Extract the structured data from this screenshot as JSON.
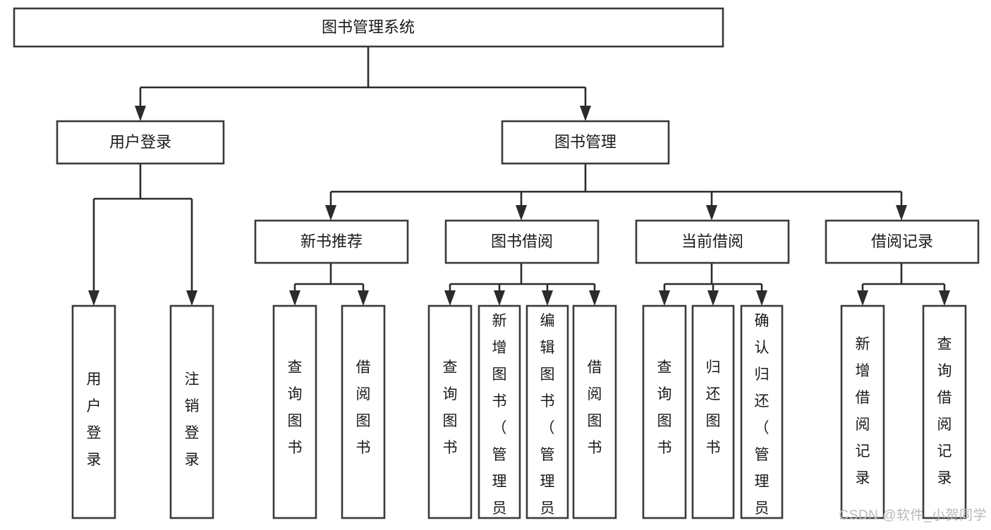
{
  "diagram": {
    "type": "tree-hierarchy",
    "title": "图书管理系统",
    "watermark": "CSDN @软件_小贺同学",
    "colors": {
      "box_fill": "#ffffff",
      "box_stroke": "#3a3a3a",
      "connector": "#2b2b2b",
      "text": "#1a1a1a",
      "watermark": "#b9b9b9",
      "background": "#ffffff"
    },
    "levels": [
      {
        "level": 1,
        "nodes": [
          {
            "id": "root",
            "label": "图书管理系统",
            "orientation": "horizontal"
          }
        ]
      },
      {
        "level": 2,
        "nodes": [
          {
            "id": "login",
            "label": "用户登录",
            "orientation": "horizontal",
            "parent": "root"
          },
          {
            "id": "bookmgmt",
            "label": "图书管理",
            "orientation": "horizontal",
            "parent": "root"
          }
        ]
      },
      {
        "level": 3,
        "nodes": [
          {
            "id": "newbook",
            "label": "新书推荐",
            "orientation": "horizontal",
            "parent": "bookmgmt"
          },
          {
            "id": "borrow",
            "label": "图书借阅",
            "orientation": "horizontal",
            "parent": "bookmgmt"
          },
          {
            "id": "current",
            "label": "当前借阅",
            "orientation": "horizontal",
            "parent": "bookmgmt"
          },
          {
            "id": "record",
            "label": "借阅记录",
            "orientation": "horizontal",
            "parent": "bookmgmt"
          }
        ]
      },
      {
        "level": 4,
        "nodes": [
          {
            "id": "leaf-1",
            "label": "用户登录",
            "orientation": "vertical",
            "parent": "login"
          },
          {
            "id": "leaf-2",
            "label": "注销登录",
            "orientation": "vertical",
            "parent": "login"
          },
          {
            "id": "leaf-3",
            "label": "查询图书",
            "orientation": "vertical",
            "parent": "newbook"
          },
          {
            "id": "leaf-4",
            "label": "借阅图书",
            "orientation": "vertical",
            "parent": "newbook"
          },
          {
            "id": "leaf-5",
            "label": "查询图书",
            "orientation": "vertical",
            "parent": "borrow"
          },
          {
            "id": "leaf-6",
            "label": "新增图书（管理员）",
            "orientation": "vertical",
            "parent": "borrow"
          },
          {
            "id": "leaf-7",
            "label": "编辑图书（管理员）",
            "orientation": "vertical",
            "parent": "borrow"
          },
          {
            "id": "leaf-8",
            "label": "借阅图书",
            "orientation": "vertical",
            "parent": "borrow"
          },
          {
            "id": "leaf-9",
            "label": "查询图书",
            "orientation": "vertical",
            "parent": "current"
          },
          {
            "id": "leaf-10",
            "label": "归还图书",
            "orientation": "vertical",
            "parent": "current"
          },
          {
            "id": "leaf-11",
            "label": "确认归还（管理员）",
            "orientation": "vertical",
            "parent": "current"
          },
          {
            "id": "leaf-12",
            "label": "新增借阅记录",
            "orientation": "vertical",
            "parent": "record"
          },
          {
            "id": "leaf-13",
            "label": "查询借阅记录",
            "orientation": "vertical",
            "parent": "record"
          }
        ]
      }
    ]
  }
}
